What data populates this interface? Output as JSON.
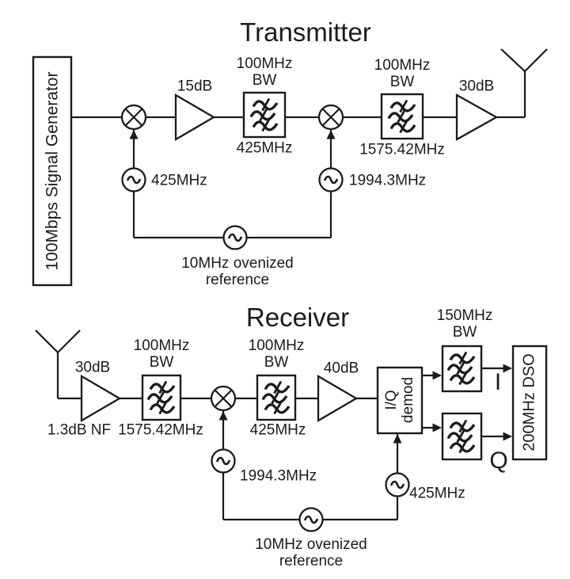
{
  "diagram": {
    "transmitter": {
      "title": "Transmitter",
      "signal_generator": "100Mbps Signal Generator",
      "amp1_gain": "15dB",
      "filter1_bandwidth": "100MHz BW",
      "filter1_center_freq": "425MHz",
      "lo1_freq": "425MHz",
      "filter2_bandwidth": "100MHz BW",
      "filter2_center_freq": "1575.42MHz",
      "lo2_freq": "1994.3MHz",
      "amp2_gain": "30dB",
      "reference": "10MHz ovenized reference"
    },
    "receiver": {
      "title": "Receiver",
      "lna_gain": "30dB",
      "lna_noise_figure": "1.3dB NF",
      "filter1_bandwidth": "100MHz BW",
      "filter1_center_freq": "1575.42MHz",
      "lo1_freq": "1994.3MHz",
      "filter2_bandwidth": "100MHz BW",
      "filter2_center_freq": "425MHz",
      "amp2_gain": "40dB",
      "iq_demod_label": "I/Q demod",
      "iq_lo_freq": "425MHz",
      "output_filter_bandwidth": "150MHz BW",
      "i_output_label": "I",
      "q_output_label": "Q",
      "dso_label": "200MHz DSO",
      "reference": "10MHz ovenized reference"
    },
    "colors": {
      "ink": "#1b1b1b",
      "background": "#ffffff"
    }
  }
}
